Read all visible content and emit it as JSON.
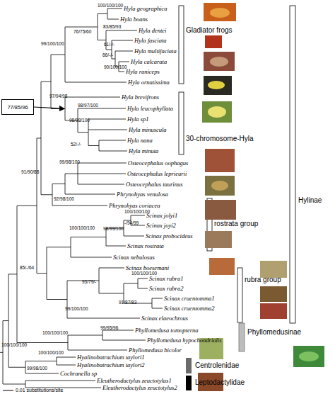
{
  "diagram": {
    "nodes": [
      {
        "text": [
          "77/85/96"
        ]
      }
    ],
    "labels": [
      "Hyla geographica",
      "Hyla boans",
      "Hyla dentei",
      "Hyla fasciata",
      "Hyla multifaciata",
      "Hyla calcarata",
      "Hyla raniceps",
      "Hyla ornatissima",
      "Hyla brevifrons",
      "Hyla leucophyllata",
      "Hyla sp1",
      "Hyla minuscula",
      "Hyla nana",
      "Hyla minuta",
      "Osteocephalus oophagus",
      "Osteocephalus leprieurii",
      "Osteocephalus taurinus",
      "Phrynohyas venulosa",
      "Phrynohyas coriacea",
      "Scinax jolyi1",
      "Scinax joyi2",
      "Scinax probocideus",
      "Scinax rostrata",
      "Scinax nebulosus",
      "Scinax boesemani",
      "Scinax rubra1",
      "Scinax rubra2",
      "Scinax cruentomma1",
      "Scinax cruentomma2",
      "Scinax elaeochrous",
      "Phyllomedusa tomopterna",
      "Phyllomedusa hypochondrialis",
      "Phyllomedusa bicolor",
      "Hyalinobatrachium taylori1",
      "Hyalinobatrachium taylori2",
      "Cochranella sp",
      "Eleutherodactylus zeuctotylus1",
      "Eleutherodactylus zeuctotylus2",
      "100/100/100",
      "76/75/60",
      "83/85/93",
      "61/-/-",
      "66/-/-",
      "90/100/100",
      "99/100/100",
      "97/94/98",
      "98/97/100",
      "98/98/100",
      "52/-/-",
      "99/98/100",
      "91/90/88",
      "92/98/100",
      "100/100/100",
      "-/94/99",
      "100/100/100",
      "98/99/100",
      "85/-/64",
      "100/100/100",
      "93/79/-",
      "91/87/83",
      "99/100/100",
      "99/95/96",
      "100/100/100",
      "100/100/100",
      "100/100/100",
      "99/98/100",
      "Gladiator frogs",
      "30-chromosome-Hyla",
      "rostrata group",
      "rubra group",
      "Hylinae",
      "Phyllomedusinae",
      "Centrolenidae",
      "Leptodactylidae",
      "0.01 substitutions/site"
    ]
  }
}
